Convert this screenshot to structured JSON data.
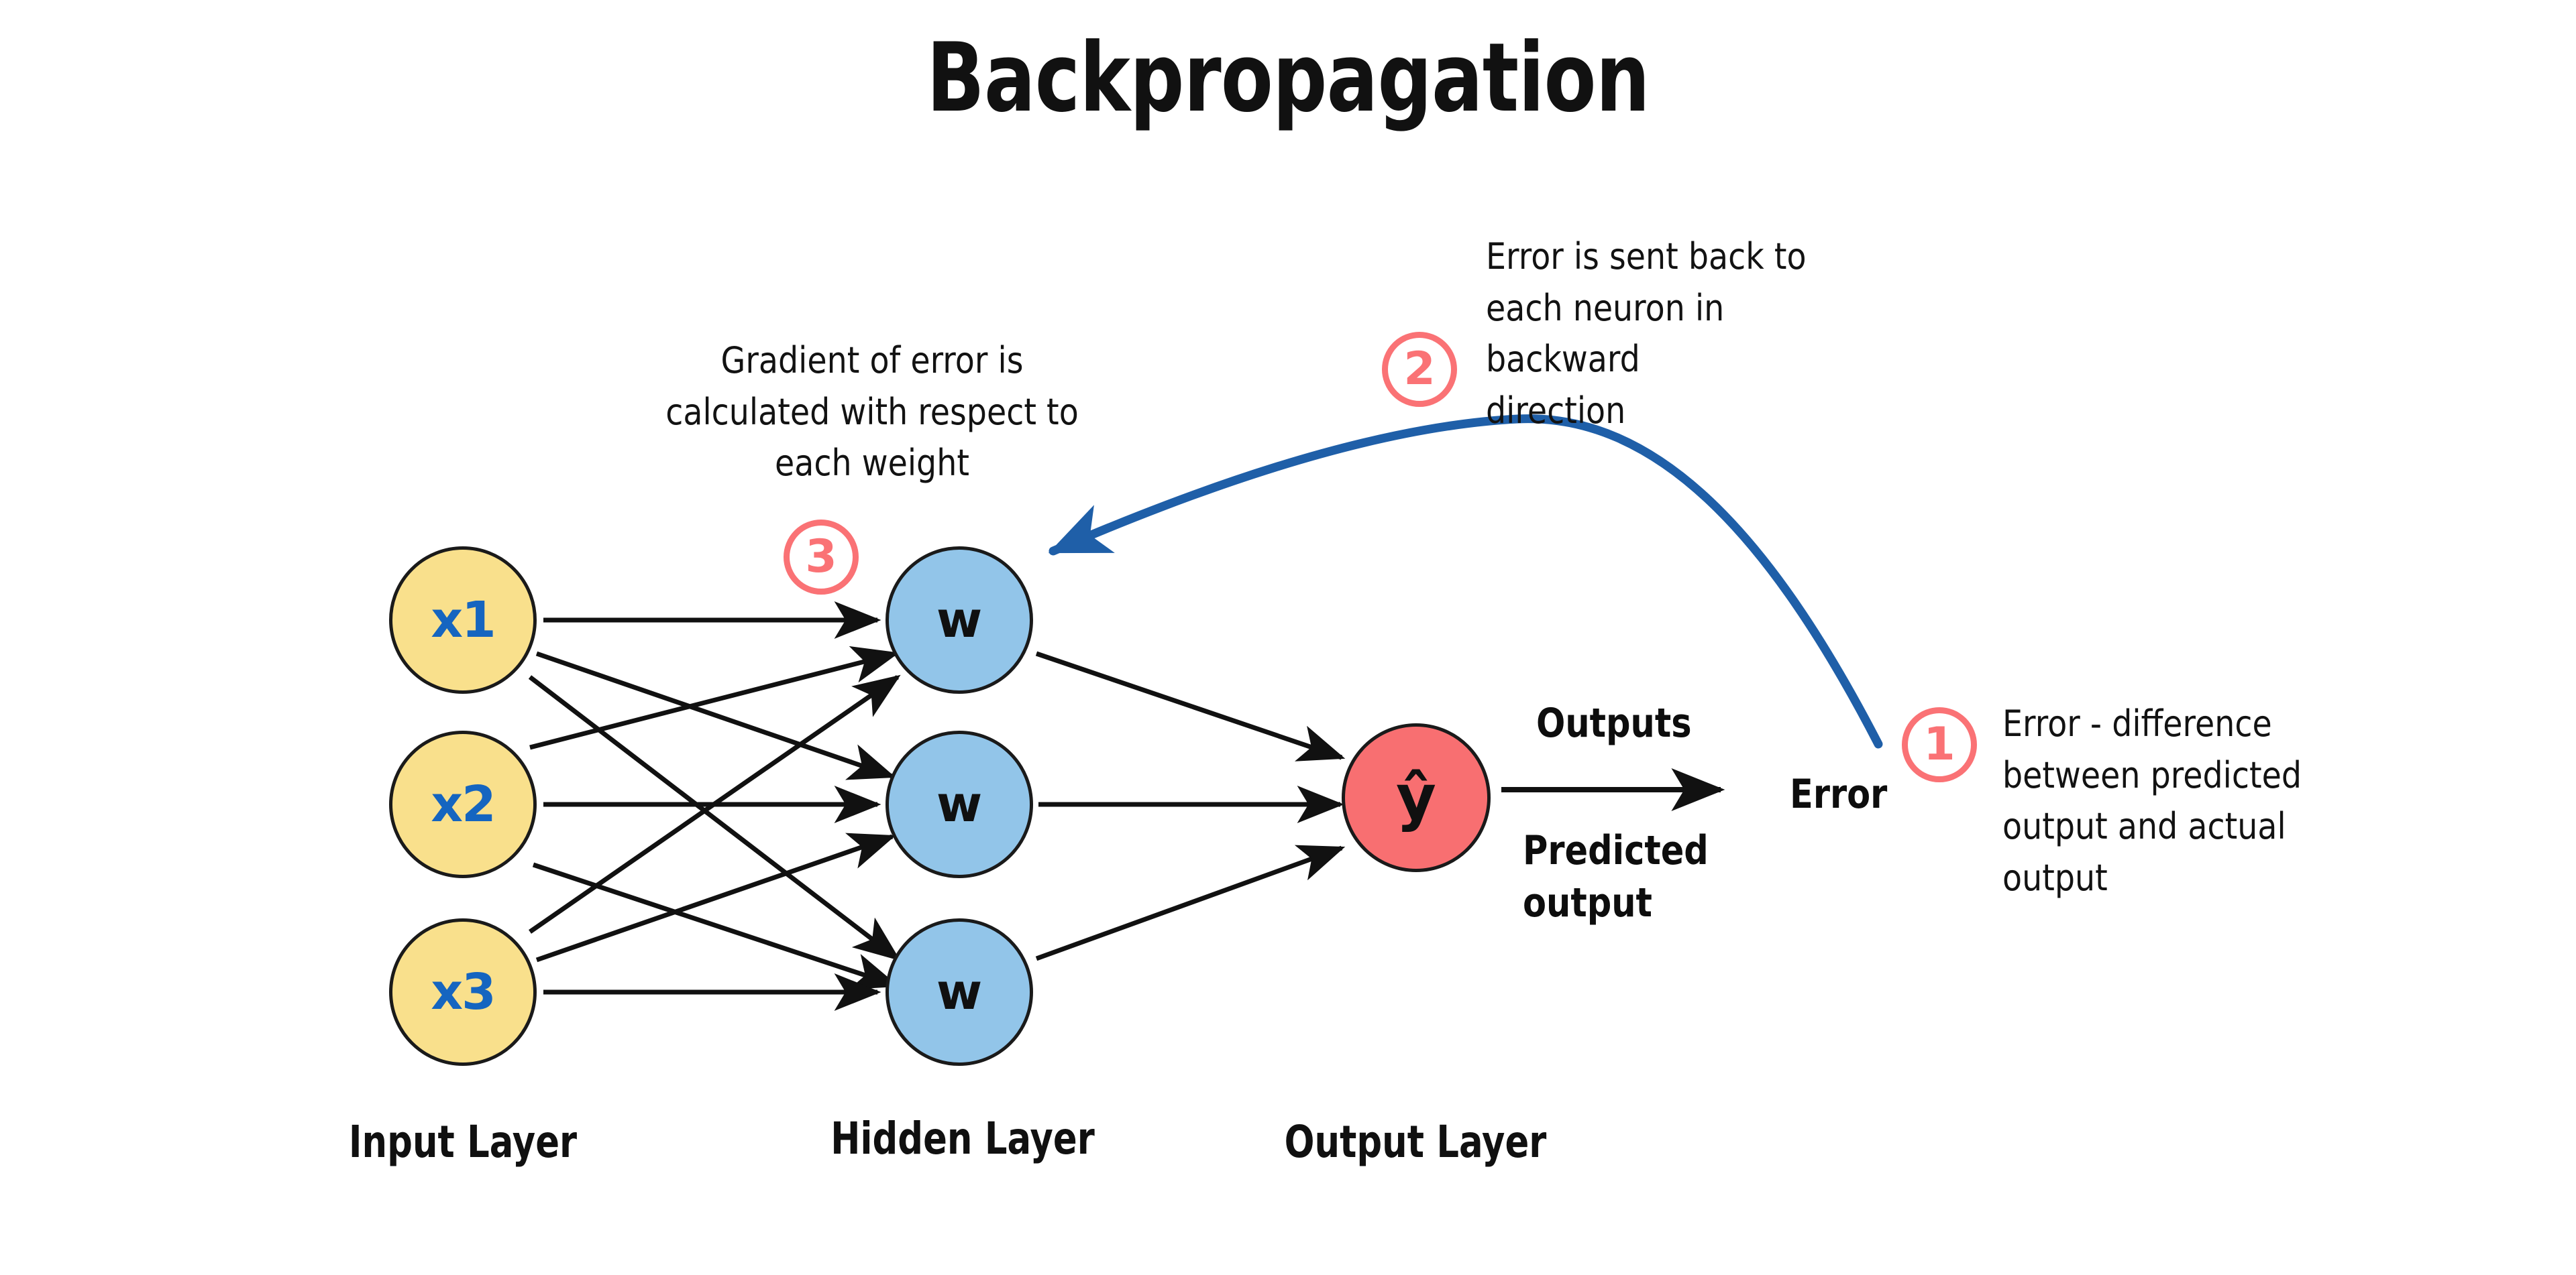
{
  "title": "Backpropagation",
  "colors": {
    "input_node_fill": "#F9E08C",
    "input_node_text": "#1565C0",
    "hidden_node_fill": "#92C5E9",
    "output_node_fill": "#F86F71",
    "badge": "#FA7275",
    "backward_arrow": "#1F5FA8",
    "forward_arrow": "#111111",
    "background": "#FFFFFF"
  },
  "layers": {
    "input": {
      "caption": "Input Layer",
      "nodes": [
        {
          "label": "x1"
        },
        {
          "label": "x2"
        },
        {
          "label": "x3"
        }
      ]
    },
    "hidden": {
      "caption": "Hidden Layer",
      "nodes": [
        {
          "label": "w"
        },
        {
          "label": "w"
        },
        {
          "label": "w"
        }
      ]
    },
    "output": {
      "caption": "Output Layer",
      "nodes": [
        {
          "label": "ŷ"
        }
      ]
    }
  },
  "flow": {
    "outputs_label": "Outputs",
    "predicted_label": "Predicted\noutput",
    "error_label": "Error"
  },
  "annotations": [
    {
      "badge": "1",
      "text": "Error - difference\nbetween predicted\noutput and actual\noutput"
    },
    {
      "badge": "2",
      "text": "Error is sent back to\neach neuron in backward\ndirection"
    },
    {
      "badge": "3",
      "text": "Gradient of error is\ncalculated with respect to\neach weight"
    }
  ]
}
